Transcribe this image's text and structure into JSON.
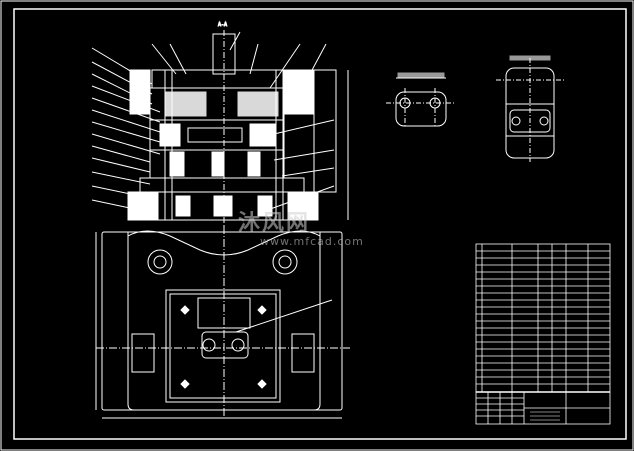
{
  "watermark": {
    "brand_cn": "沐风网",
    "url": "www.mfcad.com"
  },
  "drawing": {
    "top_center_label": "A-A",
    "view_label": "A"
  },
  "colors": {
    "background": "#000000",
    "outline": "#ffffff",
    "cut_fill": "#ffffff"
  }
}
